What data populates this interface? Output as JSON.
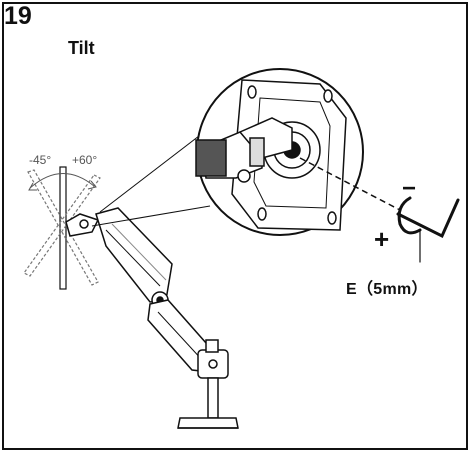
{
  "step": {
    "number": "19",
    "title": "Tilt"
  },
  "tilt": {
    "back_label": "-45°",
    "forward_label": "+60°"
  },
  "tool": {
    "label": "E（5mm）",
    "plus": "+",
    "minus": "−"
  },
  "colors": {
    "line": "#111111",
    "gray": "#8a8a8a",
    "light_gray": "#d6d6d6"
  }
}
